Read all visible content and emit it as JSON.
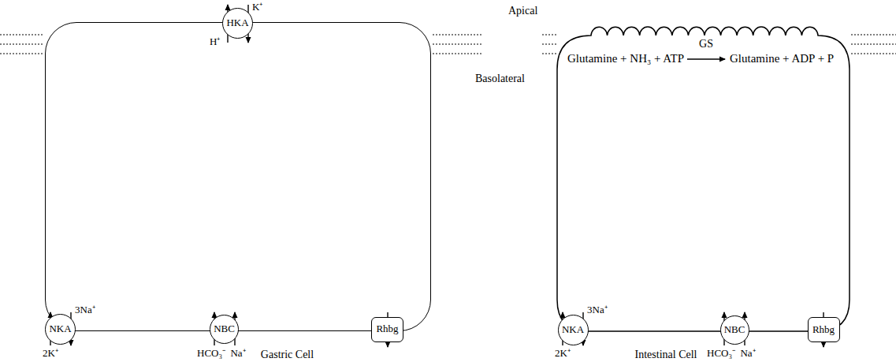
{
  "diagram": {
    "nodes": [
      {
        "text": [
          "Gastric Cell"
        ]
      },
      {
        "text": [
          "HKA"
        ],
        "in": 0
      },
      {
        "text": [
          "NKA"
        ],
        "in": 0
      },
      {
        "text": [
          "NBC"
        ],
        "in": 0
      },
      {
        "text": [
          "Rhbg"
        ],
        "in": 0
      },
      {
        "text": [
          "Intestinal Cell"
        ]
      },
      {
        "text": [
          "NKA"
        ],
        "in": 5
      },
      {
        "text": [
          "NBC"
        ],
        "in": 5
      },
      {
        "text": [
          "Rhbg"
        ],
        "in": 5
      }
    ],
    "labels": [
      "Apical",
      "Basolateral",
      "K⁺",
      "H⁺",
      "3Na⁺",
      "2K⁺",
      "HCO₃⁻",
      "Na⁺",
      "GS",
      "Glutamine + NH₃ + ATP",
      "Glutamine + ADP + P",
      "3Na⁺",
      "2K⁺",
      "HCO₃⁻",
      "Na⁺"
    ]
  }
}
